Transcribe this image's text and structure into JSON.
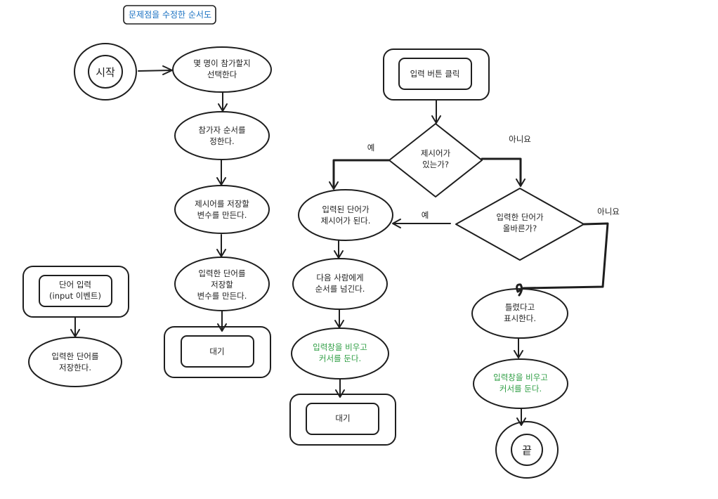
{
  "title": "문제점을 수정한 순서도",
  "colors": {
    "stroke": "#1e1e1e",
    "green_text": "#2f9e44",
    "title_text": "#1971c2"
  },
  "nodes": {
    "start": "시작",
    "select_players": [
      "몇 명이 참가할지",
      "선택한다"
    ],
    "set_order": [
      "참가자 순서를",
      "정한다."
    ],
    "make_prompt_var": [
      "제시어를 저장할",
      "변수를 만든다."
    ],
    "make_input_var": [
      "입력한 단어를",
      "저장할",
      "변수를 만든다."
    ],
    "wait_left": "대기",
    "word_input": [
      "단어 입력",
      "(input 이벤트)"
    ],
    "save_word": [
      "입력한 단어를",
      "저장한다."
    ],
    "click_button": "입력 버튼 클릭",
    "has_prompt": [
      "제시어가",
      "있는가?"
    ],
    "becomes_prompt": [
      "입력된 단어가",
      "제시어가 된다."
    ],
    "is_correct": [
      "입력한 단어가",
      "올바른가?"
    ],
    "pass_turn": [
      "다음 사람에게",
      "순서를 넘긴다."
    ],
    "clear_mid": [
      "입력창을 비우고",
      "커서를 둔다."
    ],
    "wait_mid": "대기",
    "show_wrong": [
      "틀렸다고",
      "표시한다."
    ],
    "clear_right": [
      "입력창을 비우고",
      "커서를 둔다."
    ],
    "end": "끝"
  },
  "edge_labels": {
    "has_prompt_yes": "예",
    "has_prompt_no": "아니요",
    "correct_yes": "예",
    "correct_no": "아니요"
  }
}
